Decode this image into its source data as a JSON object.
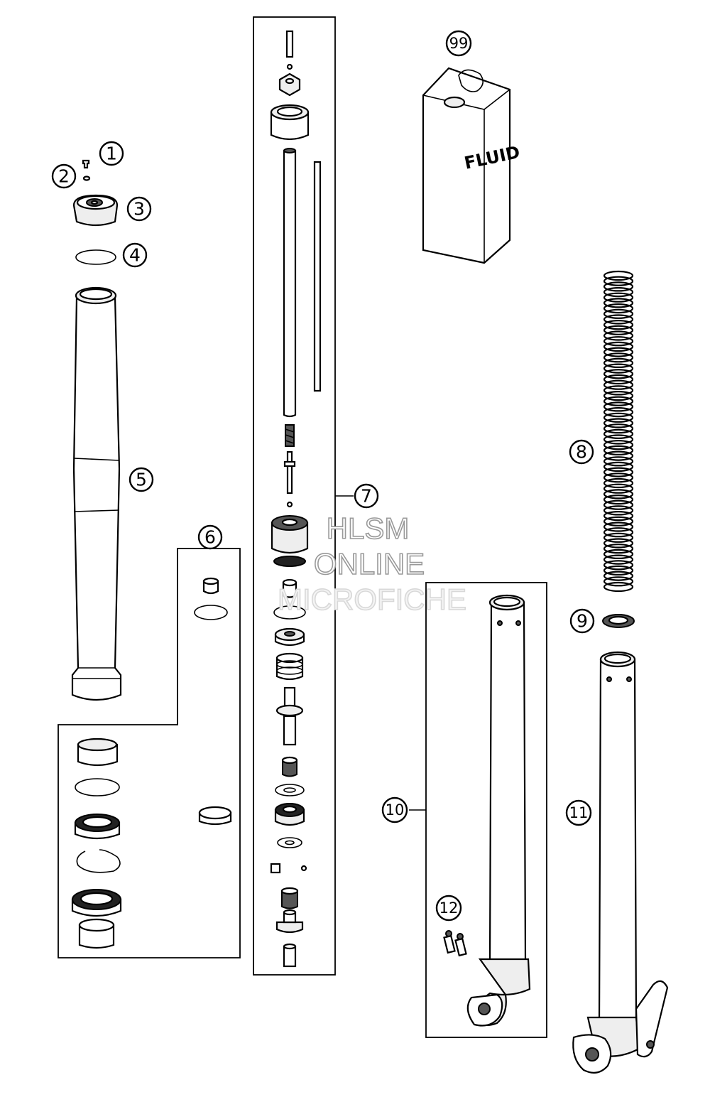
{
  "callouts": [
    {
      "label": "1"
    },
    {
      "label": "2"
    },
    {
      "label": "3"
    },
    {
      "label": "4"
    },
    {
      "label": "5"
    },
    {
      "label": "6"
    },
    {
      "label": "7"
    },
    {
      "label": "8"
    },
    {
      "label": "9"
    },
    {
      "label": "10"
    },
    {
      "label": "11"
    },
    {
      "label": "12"
    },
    {
      "label": "99"
    }
  ],
  "fluid_can": {
    "label": "FLUID"
  },
  "watermark": {
    "line1": "HLSM",
    "line2": "ONLINE",
    "line3": "MICROFICHE"
  }
}
